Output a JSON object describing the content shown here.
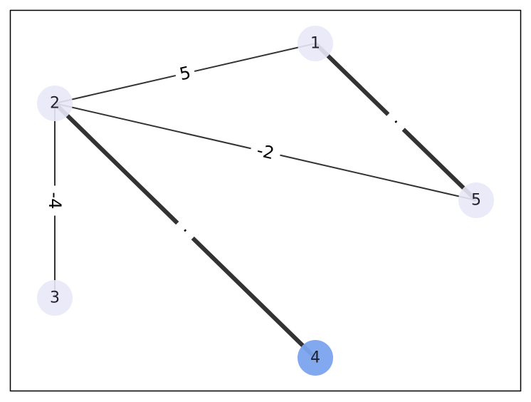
{
  "graph": {
    "nodes": [
      {
        "id": "1",
        "label": "1",
        "color": "#e8e8f8"
      },
      {
        "id": "2",
        "label": "2",
        "color": "#e8e8f8"
      },
      {
        "id": "3",
        "label": "3",
        "color": "#e8e8f8"
      },
      {
        "id": "4",
        "label": "4",
        "color": "#7ba3ee"
      },
      {
        "id": "5",
        "label": "5",
        "color": "#e8e8f8"
      }
    ],
    "edges": [
      {
        "source": "2",
        "target": "1",
        "label": "5",
        "style": "thin"
      },
      {
        "source": "2",
        "target": "5",
        "label": "-2",
        "style": "thin"
      },
      {
        "source": "2",
        "target": "3",
        "label": "-4",
        "style": "thin"
      },
      {
        "source": "1",
        "target": "5",
        "label": "·",
        "style": "thick"
      },
      {
        "source": "2",
        "target": "4",
        "label": "·",
        "style": "thick"
      }
    ],
    "colors": {
      "edge": "#333333",
      "frame": "#000000",
      "default_node": "#e8e8f8",
      "highlight_node": "#7ba3ee"
    }
  }
}
